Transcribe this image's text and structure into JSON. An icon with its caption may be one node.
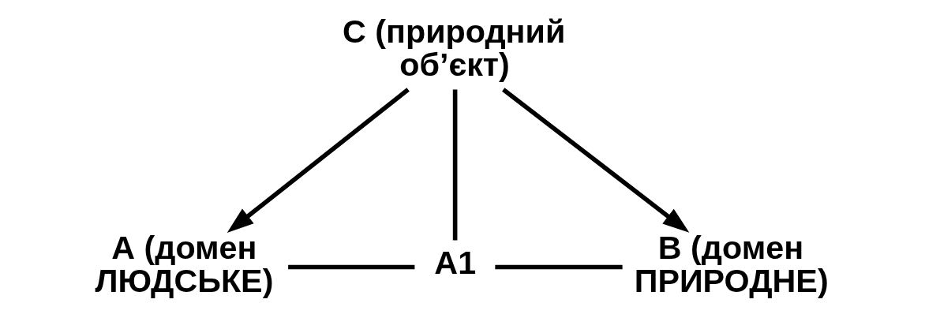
{
  "diagram": {
    "nodes": [
      {
        "text": [
          "С (природний об’єкт)"
        ]
      },
      {
        "text": [
          "А (домен ЛЮДСЬКЕ)"
        ]
      },
      {
        "text": [
          "А1"
        ]
      },
      {
        "text": [
          "В (домен ПРИРОДНЕ)"
        ]
      }
    ],
    "edges": [
      {
        "from": 0,
        "to": 1,
        "arrow": "to"
      },
      {
        "from": 0,
        "to": 2,
        "arrow": "none"
      },
      {
        "from": 0,
        "to": 3,
        "arrow": "to"
      },
      {
        "from": 1,
        "to": 2,
        "arrow": "none"
      },
      {
        "from": 2,
        "to": 3,
        "arrow": "none"
      }
    ]
  }
}
